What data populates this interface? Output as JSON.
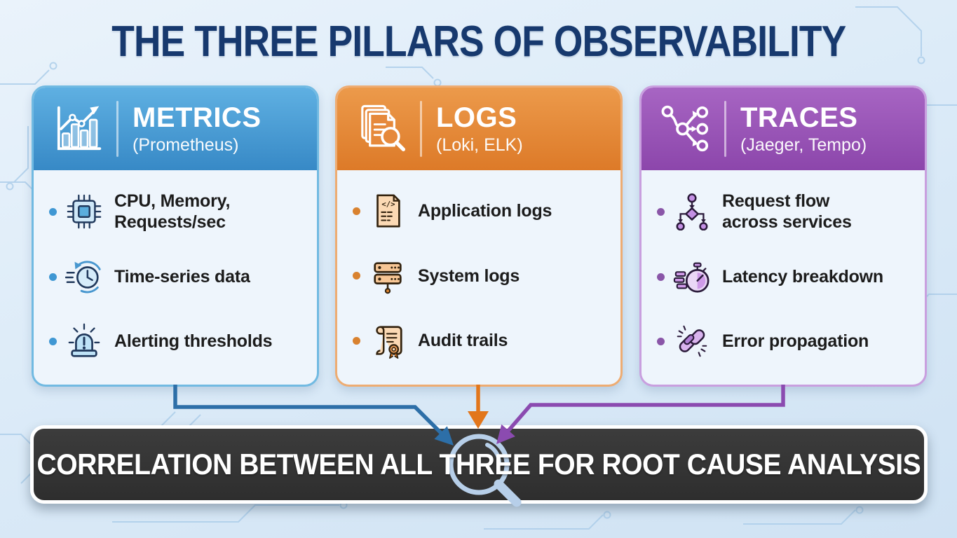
{
  "title": "THE THREE PILLARS OF OBSERVABILITY",
  "pillars": [
    {
      "id": "metrics",
      "title": "METRICS",
      "subtitle": "(Prometheus)",
      "header_icon": "bar-chart-trend-icon",
      "accent": "#3e93cf",
      "border": "#71bae2",
      "bullet": "#3f97d3",
      "items": [
        {
          "icon": "cpu-chip-icon",
          "label": "CPU, Memory,\nRequests/sec"
        },
        {
          "icon": "time-series-clock-icon",
          "label": "Time-series data"
        },
        {
          "icon": "alert-siren-icon",
          "label": "Alerting thresholds"
        }
      ]
    },
    {
      "id": "logs",
      "title": "LOGS",
      "subtitle": "(Loki, ELK)",
      "header_icon": "log-documents-search-icon",
      "accent": "#e0812f",
      "border": "#eeac72",
      "bullet": "#d9822f",
      "items": [
        {
          "icon": "application-log-file-icon",
          "label": "Application logs"
        },
        {
          "icon": "server-stack-icon",
          "label": "System logs"
        },
        {
          "icon": "audit-scroll-icon",
          "label": "Audit trails"
        }
      ]
    },
    {
      "id": "traces",
      "title": "TRACES",
      "subtitle": "(Jaeger, Tempo)",
      "header_icon": "request-flow-graph-icon",
      "accent": "#9853b4",
      "border": "#c99fdf",
      "bullet": "#8a56a8",
      "items": [
        {
          "icon": "service-flowchart-icon",
          "label": "Request flow\nacross services"
        },
        {
          "icon": "latency-stopwatch-icon",
          "label": "Latency breakdown"
        },
        {
          "icon": "error-chain-link-icon",
          "label": "Error propagation"
        }
      ]
    }
  ],
  "banner": {
    "label": "CORRELATION BETWEEN ALL THREE FOR ROOT CAUSE ANALYSIS",
    "icon": "magnifier-icon"
  },
  "colors": {
    "background": "#d9e9f7",
    "title_text": "#17396e",
    "banner_background": "#343434",
    "banner_border": "#ffffff",
    "banner_text": "#ffffff",
    "arrow_metrics": "#2d6fa8",
    "arrow_logs": "#e2761b",
    "arrow_traces": "#8b4bb0",
    "magnifier": "#b7cfe9",
    "circuit_lines": "#adceea"
  }
}
